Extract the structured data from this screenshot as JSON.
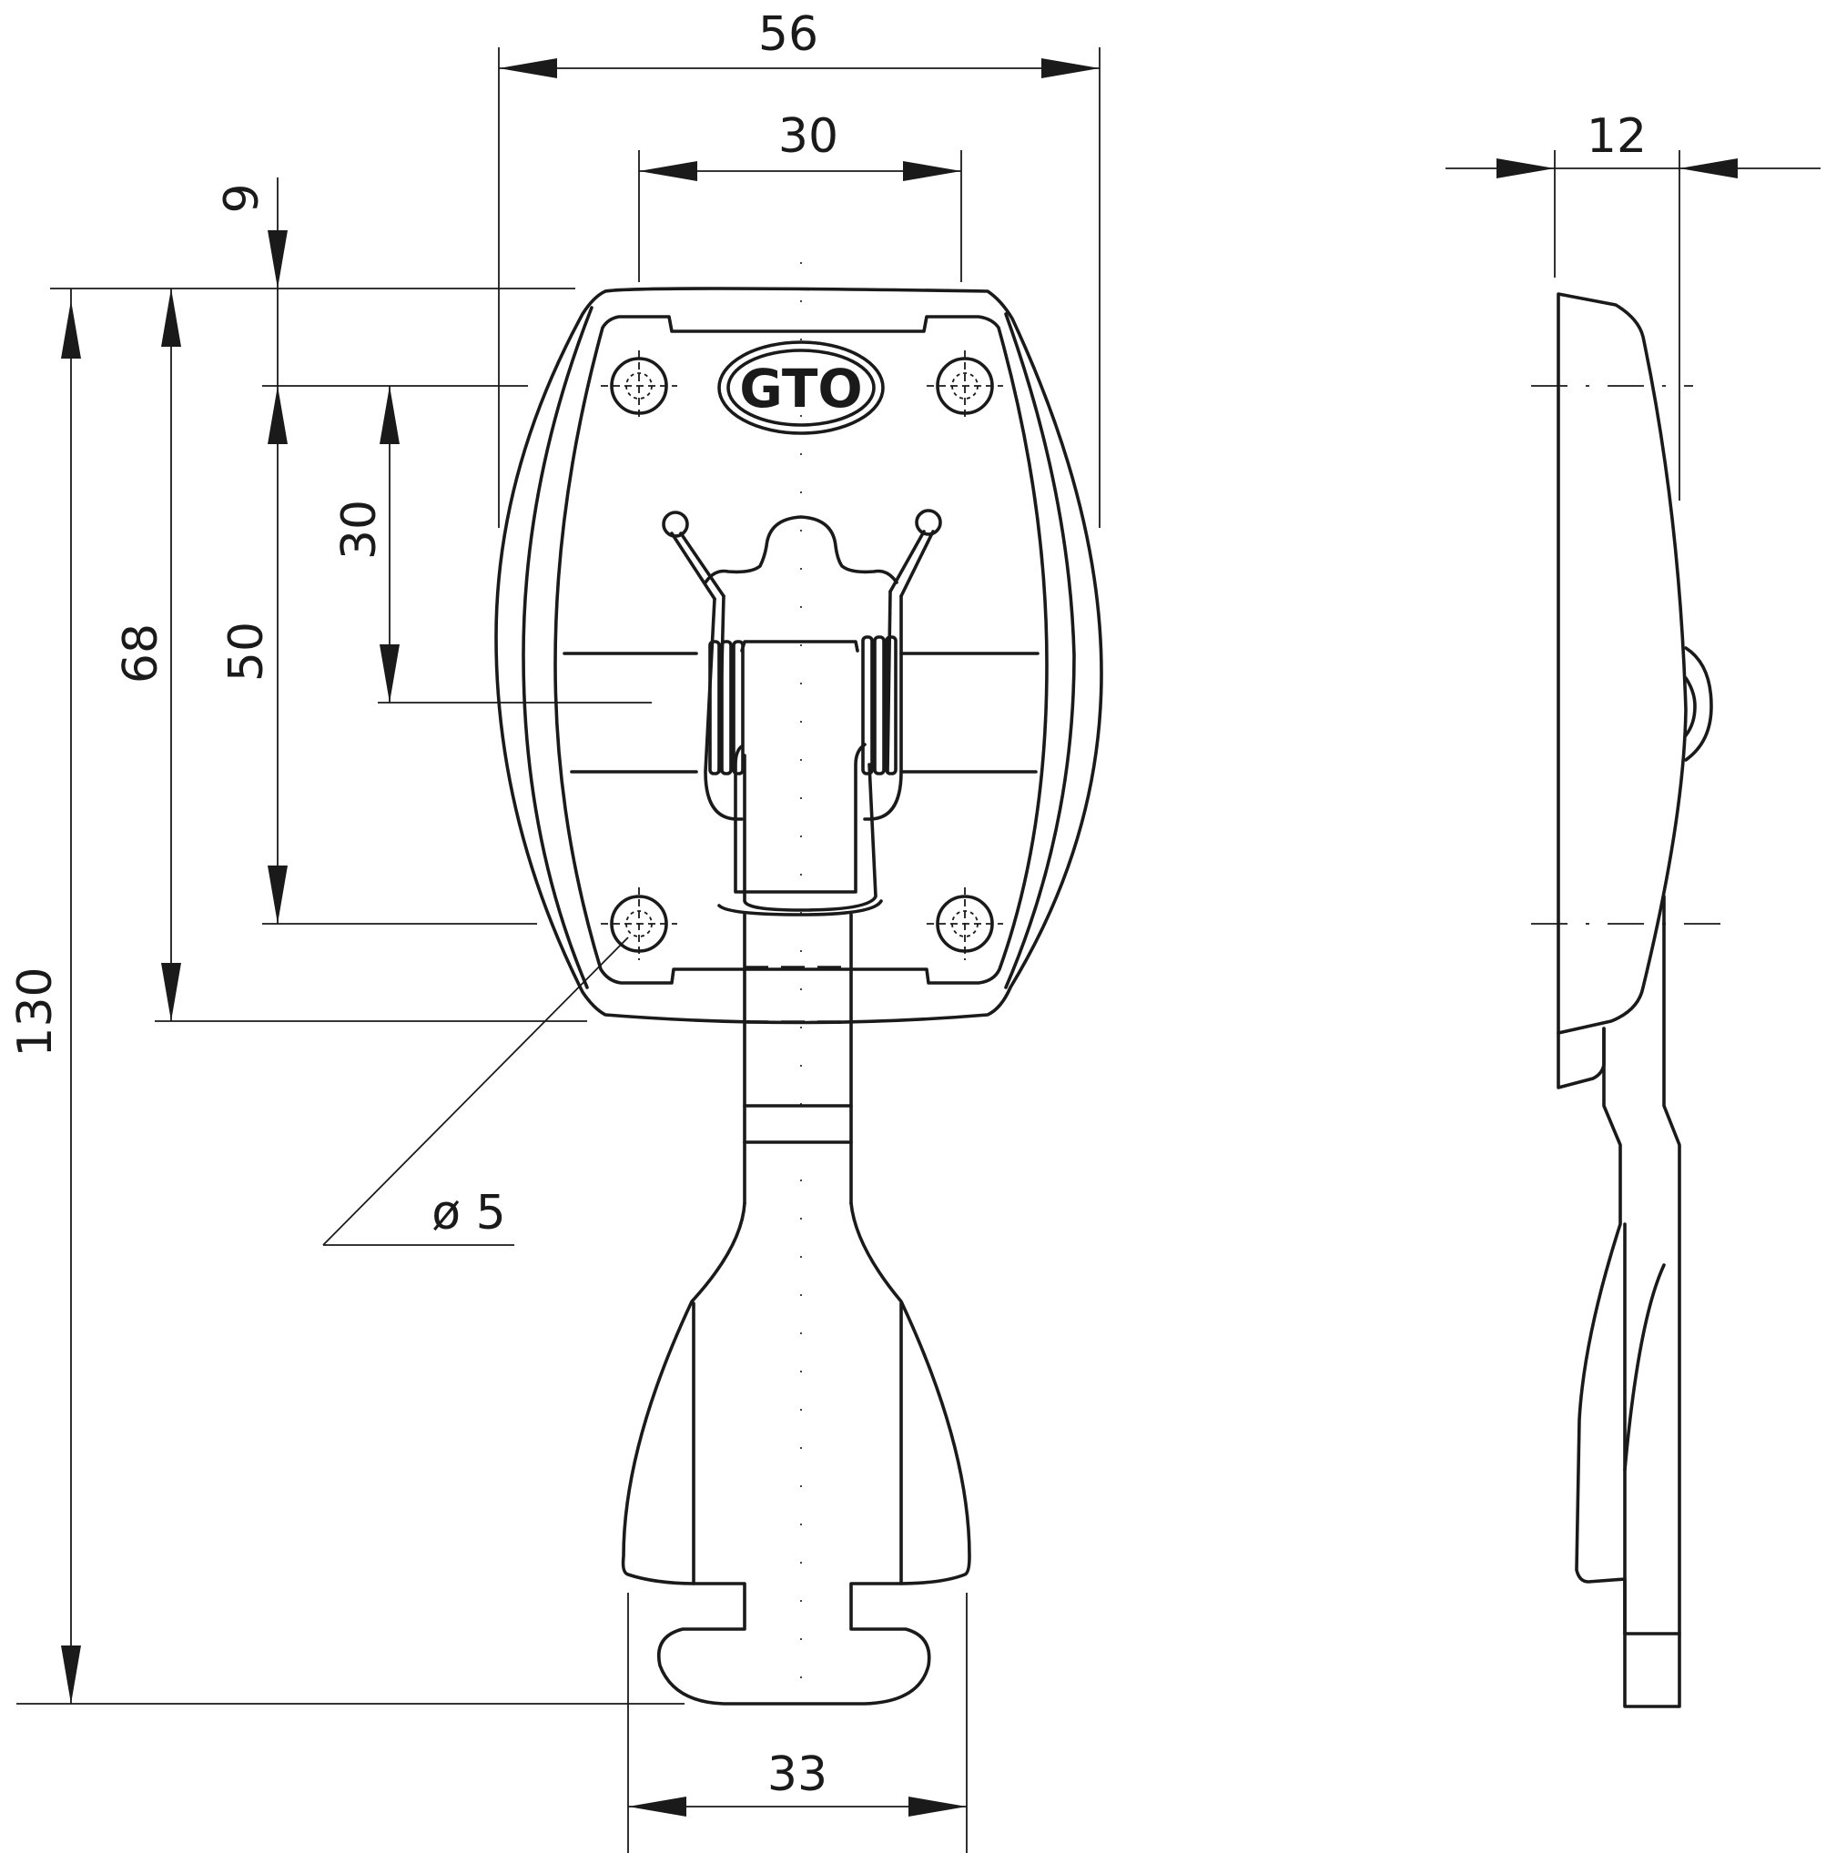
{
  "drawing": {
    "logo_text": "GTO",
    "dimensions": {
      "overall_width": "56",
      "hole_spacing_horizontal": "30",
      "thickness": "12",
      "top_offset": "9",
      "hole_spacing_vertical": "50",
      "slot_length": "30",
      "plate_height": "68",
      "overall_height": "130",
      "hole_diameter": "ø 5",
      "handle_width": "33"
    }
  }
}
